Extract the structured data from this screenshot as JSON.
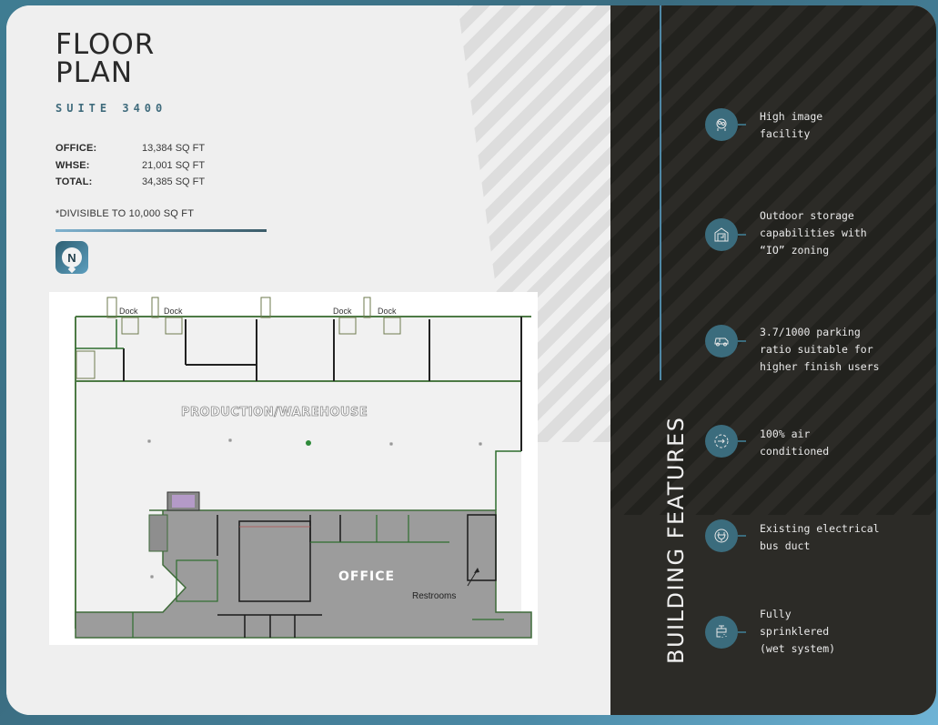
{
  "header": {
    "title_line1": "FLOOR",
    "title_line2": "PLAN",
    "suite": "SUITE 3400"
  },
  "stats": [
    {
      "label": "OFFICE:",
      "value": "13,384 SQ FT"
    },
    {
      "label": "WHSE:",
      "value": "21,001 SQ FT"
    },
    {
      "label": "TOTAL:",
      "value": "34,385 SQ FT"
    }
  ],
  "note": "*DIVISIBLE TO 10,000 SQ FT",
  "north_badge": {
    "letter": "N",
    "icon": "north-arrow-icon"
  },
  "floor_plan": {
    "dock_labels": [
      "Dock",
      "Dock",
      "Dock",
      "Dock"
    ],
    "warehouse_label": "PRODUCTION/WAREHOUSE",
    "office_label": "OFFICE",
    "restrooms_label": "Restrooms"
  },
  "features_panel": {
    "title": "BUILDING FEATURES",
    "items": [
      {
        "icon": "high-image-icon",
        "text": "High image\nfacility"
      },
      {
        "icon": "outdoor-storage-icon",
        "text": "Outdoor storage\ncapabilities with\n“IO” zoning"
      },
      {
        "icon": "parking-car-icon",
        "text": "3.7/1000 parking\nratio suitable for\nhigher finish users"
      },
      {
        "icon": "air-conditioning-icon",
        "text": "100% air\nconditioned"
      },
      {
        "icon": "electrical-plug-icon",
        "text": "Existing electrical\nbus duct"
      },
      {
        "icon": "sprinkler-icon",
        "text": "Fully\nsprinklered\n(wet system)"
      }
    ]
  },
  "colors": {
    "accent_teal": "#3b6c7d",
    "dark_panel": "#2c2b27",
    "light_panel": "#efefef",
    "plan_wall_green": "#3f7a3a",
    "office_fill": "#9c9c9c"
  }
}
